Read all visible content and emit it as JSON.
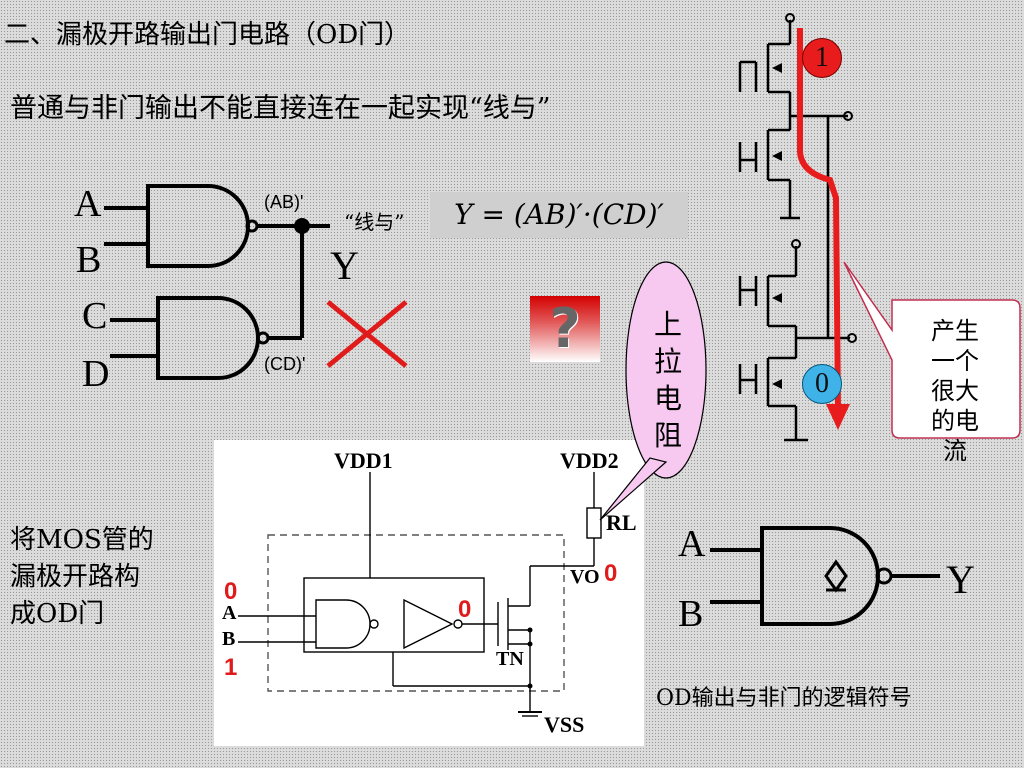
{
  "title": "二、漏极开路输出门电路（OD门）",
  "subtitle": "普通与非门输出不能直接连在一起实现“线与”",
  "gate_diagram": {
    "input_a": "A",
    "input_b": "B",
    "input_c": "C",
    "input_d": "D",
    "output_ab": "(AB)'",
    "output_cd": "(CD)'",
    "output_y": "Y",
    "wired_and": "“线与”"
  },
  "formula": "Y = (AB)′·(CD)′",
  "question_mark": "?",
  "pull_up_callout": [
    "上",
    "拉",
    "电",
    "阻"
  ],
  "current_callout": [
    "产生",
    "一个",
    "很大",
    "的电",
    "流"
  ],
  "totem_pole": {
    "high_state": "1",
    "low_state": "0"
  },
  "od_schematic": {
    "vdd1": "VDD1",
    "vdd2": "VDD2",
    "rl": "RL",
    "vo": "VO",
    "tn": "TN",
    "vss": "VSS",
    "a": "A",
    "b": "B",
    "a_value": "0",
    "b_value": "1",
    "inner_value": "0",
    "vo_value": "0"
  },
  "left_note": [
    "将MOS管的",
    "漏极开路构",
    "成OD门"
  ],
  "od_symbol": {
    "a": "A",
    "b": "B",
    "y": "Y",
    "caption": "OD输出与非门的逻辑符号"
  },
  "colors": {
    "accent_red": "#e81c1c",
    "accent_blue": "#3fb3e8",
    "callout_fill": "#f7c8f0",
    "callout_border": "#c03050",
    "current_arrow": "#e81c1c"
  }
}
